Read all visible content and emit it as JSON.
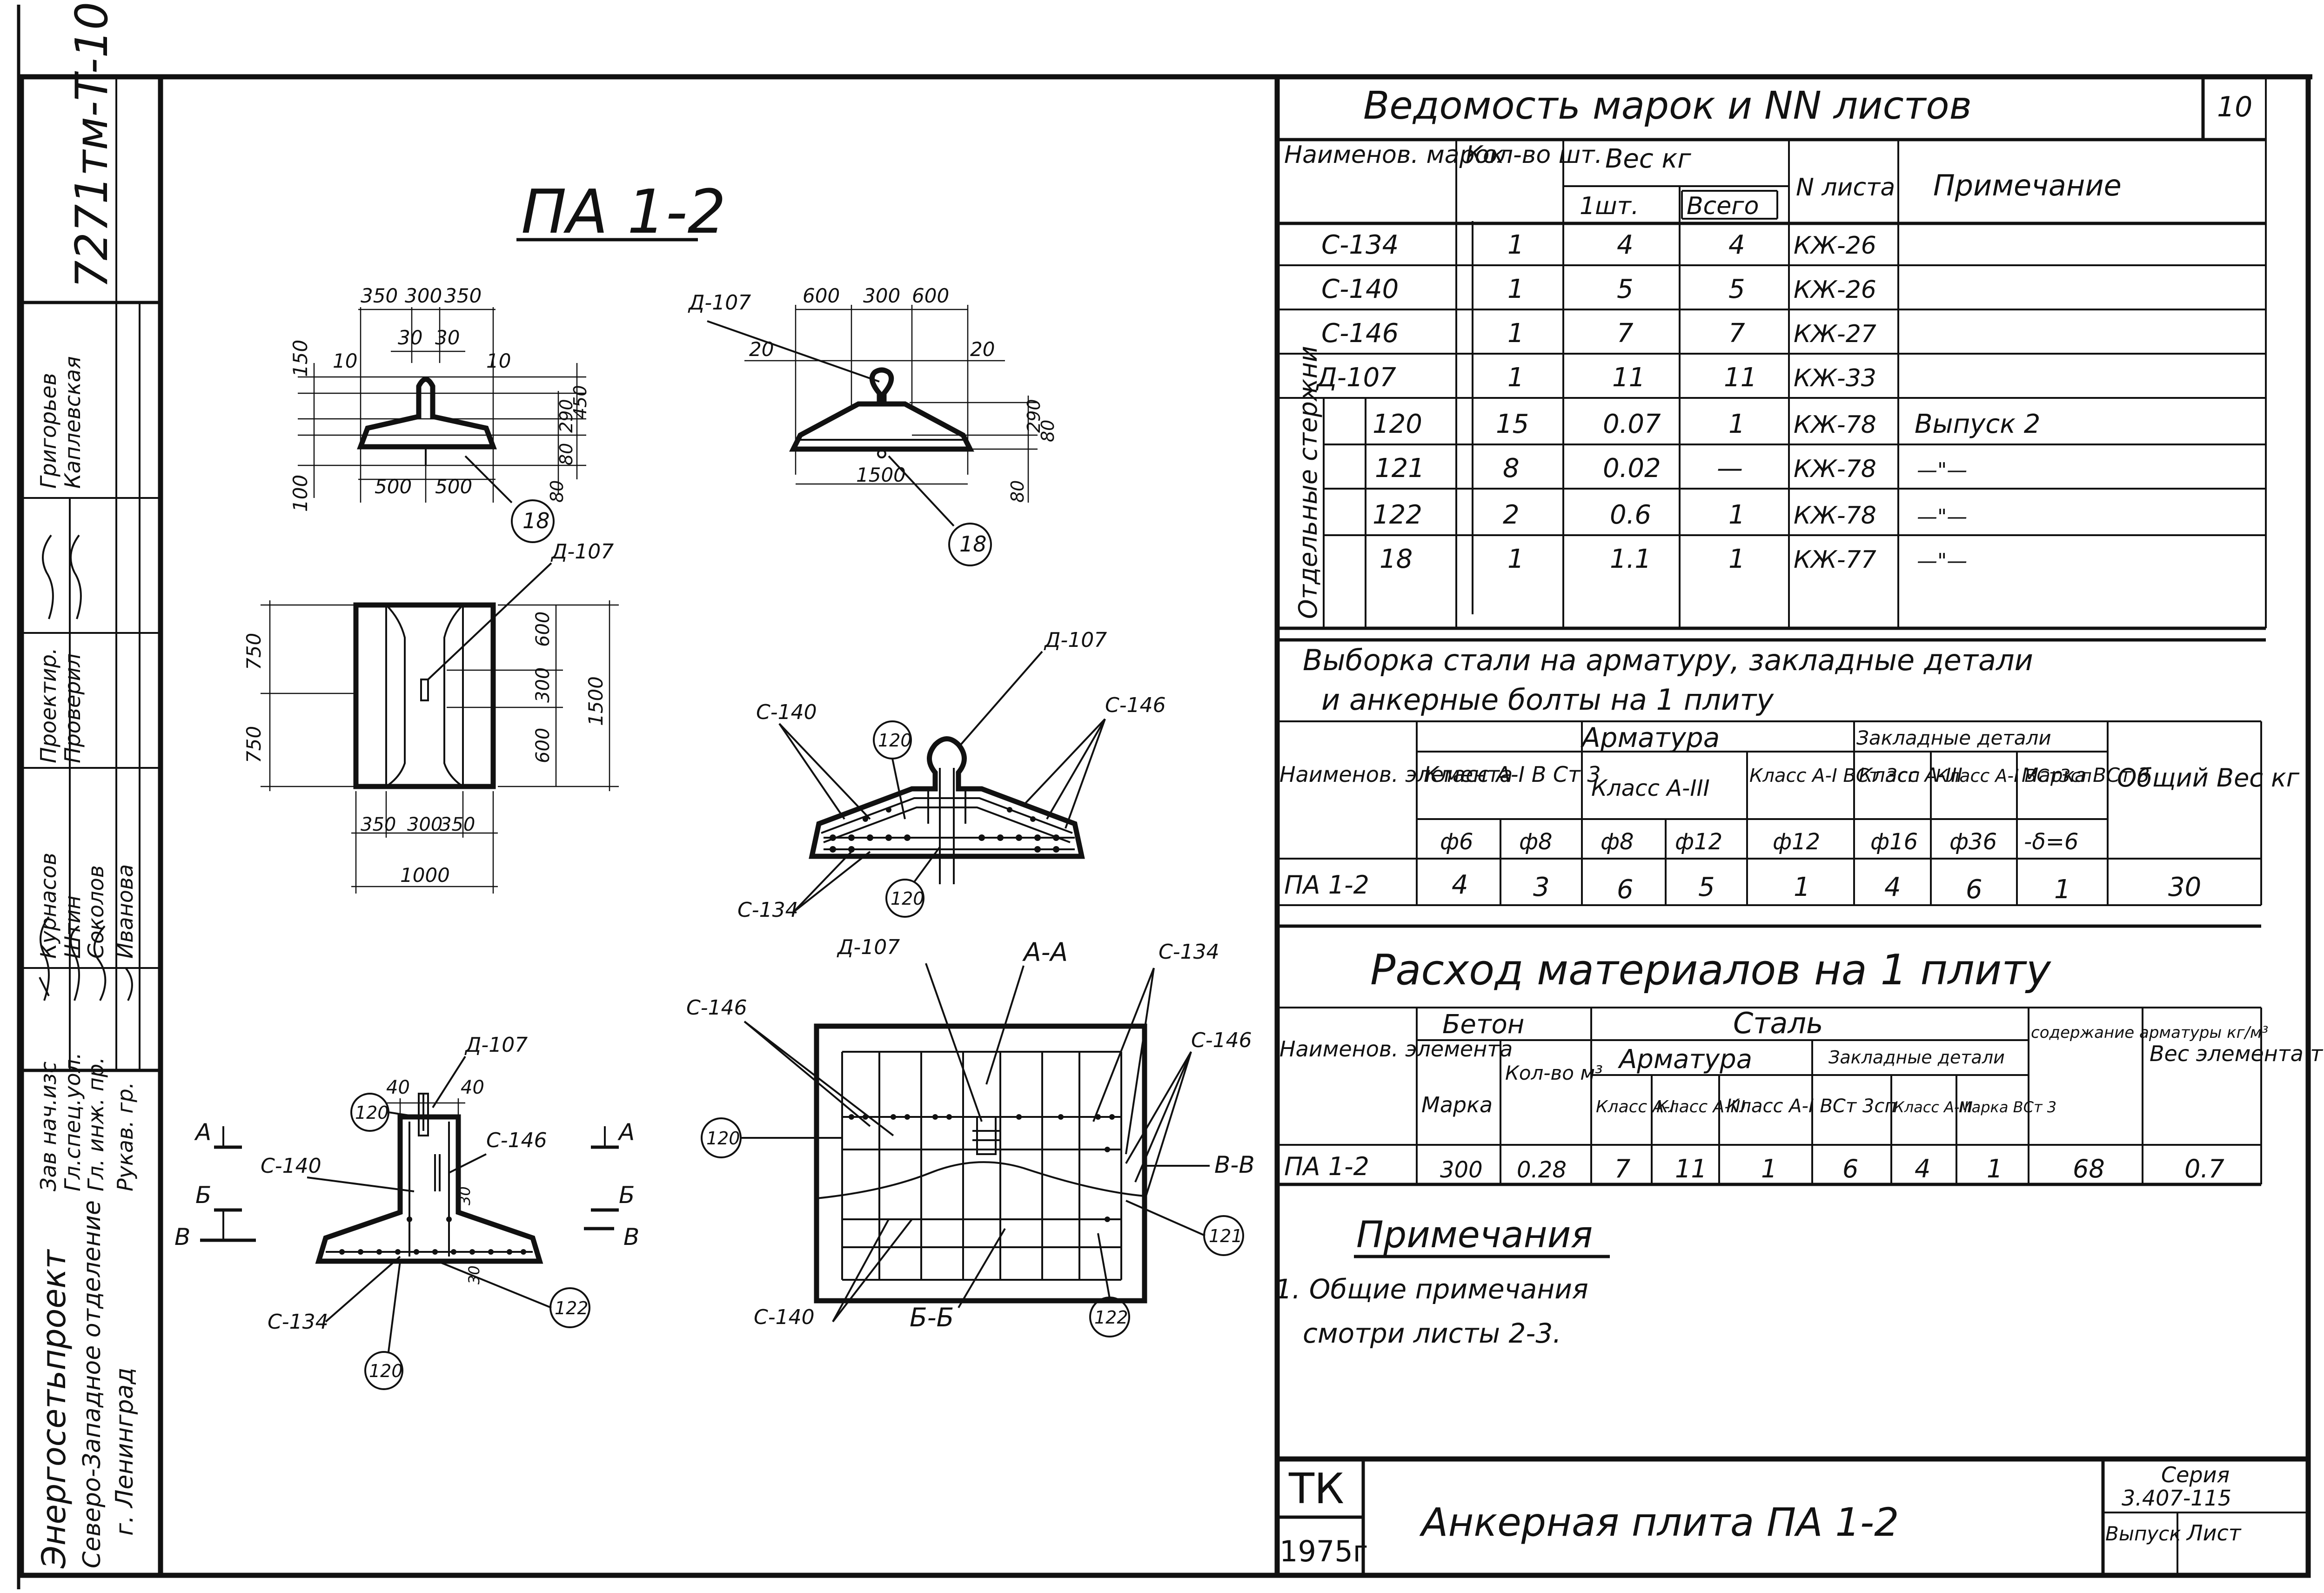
{
  "drawing_code": "7271тм-Т-10",
  "sheet_number": "10",
  "plate_title": "ПА 1-2",
  "stamp_roles": [
    "Зав нач.изс",
    "Гл.спец.уол.",
    "Гл. инж. пр.",
    "Рукав. гр.",
    "Проектир.",
    "Проверил"
  ],
  "stamp_names": [
    "Курнасов",
    "Штин",
    "Соколов",
    "Иванова",
    "Григорьев",
    "Каплевская"
  ],
  "organization": [
    "Энергосетьпроект",
    "Северо-Западное отделение",
    "г. Ленинград"
  ],
  "schedule": {
    "title": "Ведомость марок и NN листов",
    "headers": {
      "name": "Наименов. марок",
      "qty": "Кол-во шт.",
      "weight": "Вес кг",
      "unit": "1шт.",
      "total": "Всего",
      "sheet": "N листа",
      "note": "Примечание"
    },
    "group_label": "Отдельные стержни",
    "rows": [
      {
        "mark": "С-134",
        "qty": "1",
        "unit": "4",
        "total": "4",
        "sheet": "КЖ-26",
        "note": ""
      },
      {
        "mark": "С-140",
        "qty": "1",
        "unit": "5",
        "total": "5",
        "sheet": "КЖ-26",
        "note": ""
      },
      {
        "mark": "С-146",
        "qty": "1",
        "unit": "7",
        "total": "7",
        "sheet": "КЖ-27",
        "note": ""
      },
      {
        "mark": "Д-107",
        "qty": "1",
        "unit": "11",
        "total": "11",
        "sheet": "КЖ-33",
        "note": ""
      },
      {
        "mark": "120",
        "qty": "15",
        "unit": "0.07",
        "total": "1",
        "sheet": "КЖ-78",
        "note": "Выпуск 2"
      },
      {
        "mark": "121",
        "qty": "8",
        "unit": "0.02",
        "total": "—",
        "sheet": "КЖ-78",
        "note": "—\"—"
      },
      {
        "mark": "122",
        "qty": "2",
        "unit": "0.6",
        "total": "1",
        "sheet": "КЖ-78",
        "note": "—\"—"
      },
      {
        "mark": "18",
        "qty": "1",
        "unit": "1.1",
        "total": "1",
        "sheet": "КЖ-77",
        "note": "—\"—"
      }
    ]
  },
  "steel": {
    "title1": "Выборка стали на арматуру, закладные детали",
    "title2": "и анкерные болты на 1 плиту",
    "h_name": "Наименов. элемента",
    "h_arm": "Арматура",
    "h_emb": "Закладные детали",
    "h_total": "Общий Вес кг",
    "h_cls1": "Класс А-I В Ст 3",
    "h_cls3": "Класс А-III",
    "h_cls1b": "Класс А-I ВСт 3сп",
    "h_emb3": "Класс А-III",
    "h_emb1": "Класс А-I ВСт3сп",
    "h_embm": "Марка ВСт 3",
    "diams": [
      "ф6",
      "ф8",
      "ф8",
      "ф12",
      "ф12",
      "ф16",
      "ф36",
      "-δ=6"
    ],
    "row": {
      "name": "ПА 1-2",
      "vals": [
        "4",
        "3",
        "6",
        "5",
        "1",
        "4",
        "6",
        "1"
      ],
      "total": "30"
    }
  },
  "materials": {
    "title": "Расход материалов на 1 плиту",
    "h_name": "Наименов. элемента",
    "h_concrete": "Бетон",
    "h_grade": "Марка",
    "h_vol": "Кол-во м³",
    "h_steel": "Сталь",
    "h_arm": "Арматура",
    "h_emb": "Закладные детали",
    "h_c1": "Класс А-I",
    "h_c3": "Класс А-III",
    "h_c1b": "Класс А-I ВСт 3сп",
    "h_e3": "Класс А-III",
    "h_em": "Марка ВСт 3",
    "h_content": "содержание арматуры кг/м³",
    "h_weight": "Вес элемента т",
    "row": [
      "ПА 1-2",
      "300",
      "0.28",
      "7",
      "11",
      "1",
      "6",
      "4",
      "1",
      "68",
      "0.7"
    ]
  },
  "notes": {
    "title": "Примечания",
    "text1": "1. Общие примечания",
    "text2": "смотри листы 2-3."
  },
  "title_block": {
    "org": "ТК",
    "year": "1975г",
    "title": "Анкерная плита ПА 1-2",
    "series_label": "Серия",
    "series": "3.407-115",
    "issue": "Выпуск",
    "sheet": "Лист"
  },
  "dims": {
    "d350a": "350",
    "d300a": "300",
    "d350b": "350",
    "d30a": "30",
    "d30b": "30",
    "d10a": "10",
    "d10b": "10",
    "d150": "150",
    "d100": "100",
    "d290": "290",
    "d450": "450",
    "d80a": "80",
    "d80b": "80",
    "d500a": "500",
    "d500b": "500",
    "d600a": "600",
    "d300b": "300",
    "d600b": "600",
    "d20a": "20",
    "d20b": "20",
    "d1500a": "1500",
    "d290b": "290",
    "d80c": "80",
    "d80d": "80",
    "d750a": "750",
    "d750b": "750",
    "d600c": "600",
    "d300c": "300",
    "d600d": "600",
    "d1500b": "1500",
    "d350c": "350",
    "d300d": "300",
    "d350d": "350",
    "d1000": "1000",
    "d40a": "40",
    "d40b": "40",
    "d30c": "30",
    "d30d": "30"
  },
  "marks": {
    "d107": "Д-107",
    "c140": "С-140",
    "c146": "С-146",
    "c134": "С-134",
    "r18": "18",
    "r120": "120",
    "r121": "121",
    "r122": "122",
    "aa": "А-А",
    "bb": "Б-Б",
    "vv": "В-В",
    "a": "А",
    "b": "Б",
    "v": "В"
  }
}
